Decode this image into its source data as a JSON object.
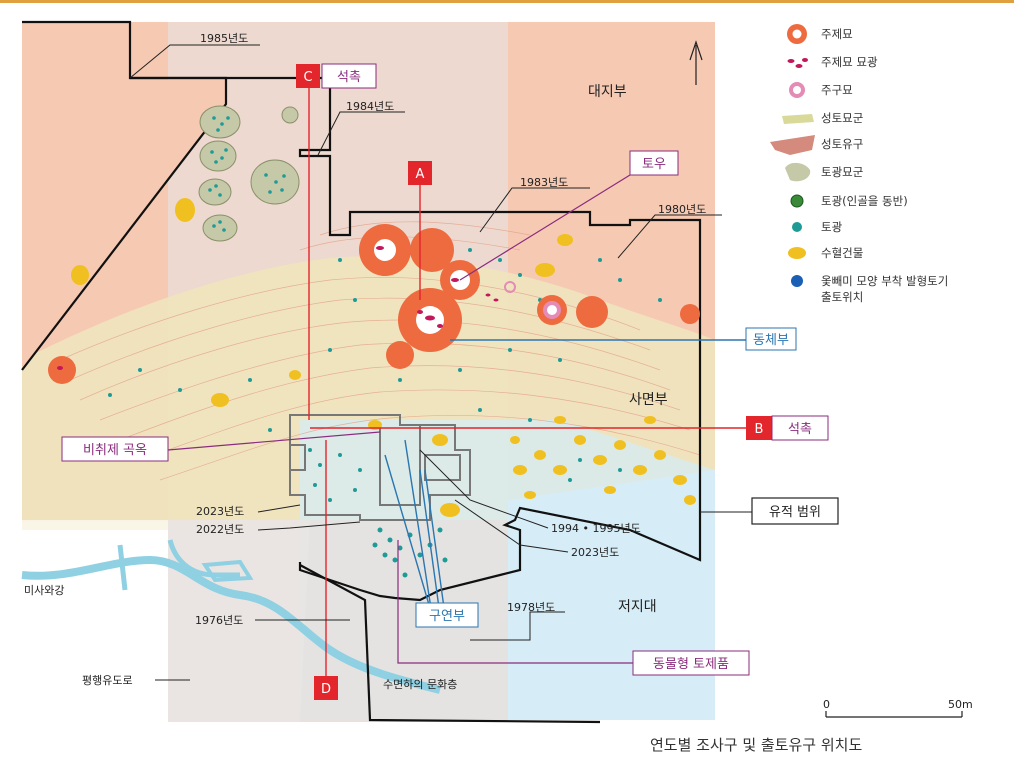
{
  "colors": {
    "background_pink": "#f6c9b3",
    "core_pink": "#f3b9a0",
    "gray_strip": "#e6e1de",
    "slope_beige": "#efe4bd",
    "lowland_blue": "#d6ecf6",
    "river": "#8fd0e3",
    "mound": "#ee6a3f",
    "red_marker": "#e3252c",
    "purple_line": "#8a2c7e",
    "blue_line": "#2a76b0",
    "teal": "#1e9b96",
    "yellow": "#f0c020",
    "dark_green": "#3a8a3a"
  },
  "map": {
    "year_labels": {
      "y1985": "1985년도",
      "y1984": "1984년도",
      "y1983": "1983년도",
      "y1980": "1980년도",
      "y2023a": "2023년도",
      "y2022": "2022년도",
      "y1994": "1994 • 1995년도",
      "y2023b": "2023년도",
      "y1976": "1976년도",
      "y1978": "1978년도"
    },
    "zone_labels": {
      "daejibu": "대지부",
      "samyeonbu": "사면부",
      "jeojidae": "저지대"
    },
    "section_markers": {
      "a": "A",
      "b": "B",
      "c": "C",
      "d": "D"
    },
    "callouts": {
      "seokchuk_c": "석촉",
      "seokchuk_b": "석촉",
      "tou": "토우",
      "dongchebu": "동체부",
      "bichwije": "비취제 곡옥",
      "yujeok": "유적 범위",
      "guyeonbu": "구연부",
      "dongmul": "동물형 토제품"
    },
    "place_labels": {
      "misa": "미사와강",
      "pyeonghaeng": "평행유도로",
      "sumyeon": "수면하의 문화층"
    },
    "north_arrow": "north-arrow-icon",
    "scale": {
      "zero": "0",
      "fifty": "50m"
    }
  },
  "legend": {
    "items": [
      {
        "label": "주제묘",
        "icon": "ring-mound-icon"
      },
      {
        "label": "주제묘 묘광",
        "icon": "pit-dots-icon"
      },
      {
        "label": "주구묘",
        "icon": "ditch-ring-icon"
      },
      {
        "label": "성토묘군",
        "icon": "earthwork-group-icon"
      },
      {
        "label": "성토유구",
        "icon": "earthwork-feature-icon"
      },
      {
        "label": "토광묘군",
        "icon": "pit-grave-group-icon"
      },
      {
        "label": "토광(인골을 동반)",
        "icon": "pit-with-bones-icon"
      },
      {
        "label": "토광",
        "icon": "pit-icon"
      },
      {
        "label": "수혈건물",
        "icon": "pit-dwelling-icon"
      },
      {
        "label": "옻빼미 모양 부착 발형토기",
        "icon": "owl-pottery-icon"
      }
    ],
    "last_line2": "출토위치"
  },
  "caption": "연도별 조사구 및 출토유구 위치도"
}
